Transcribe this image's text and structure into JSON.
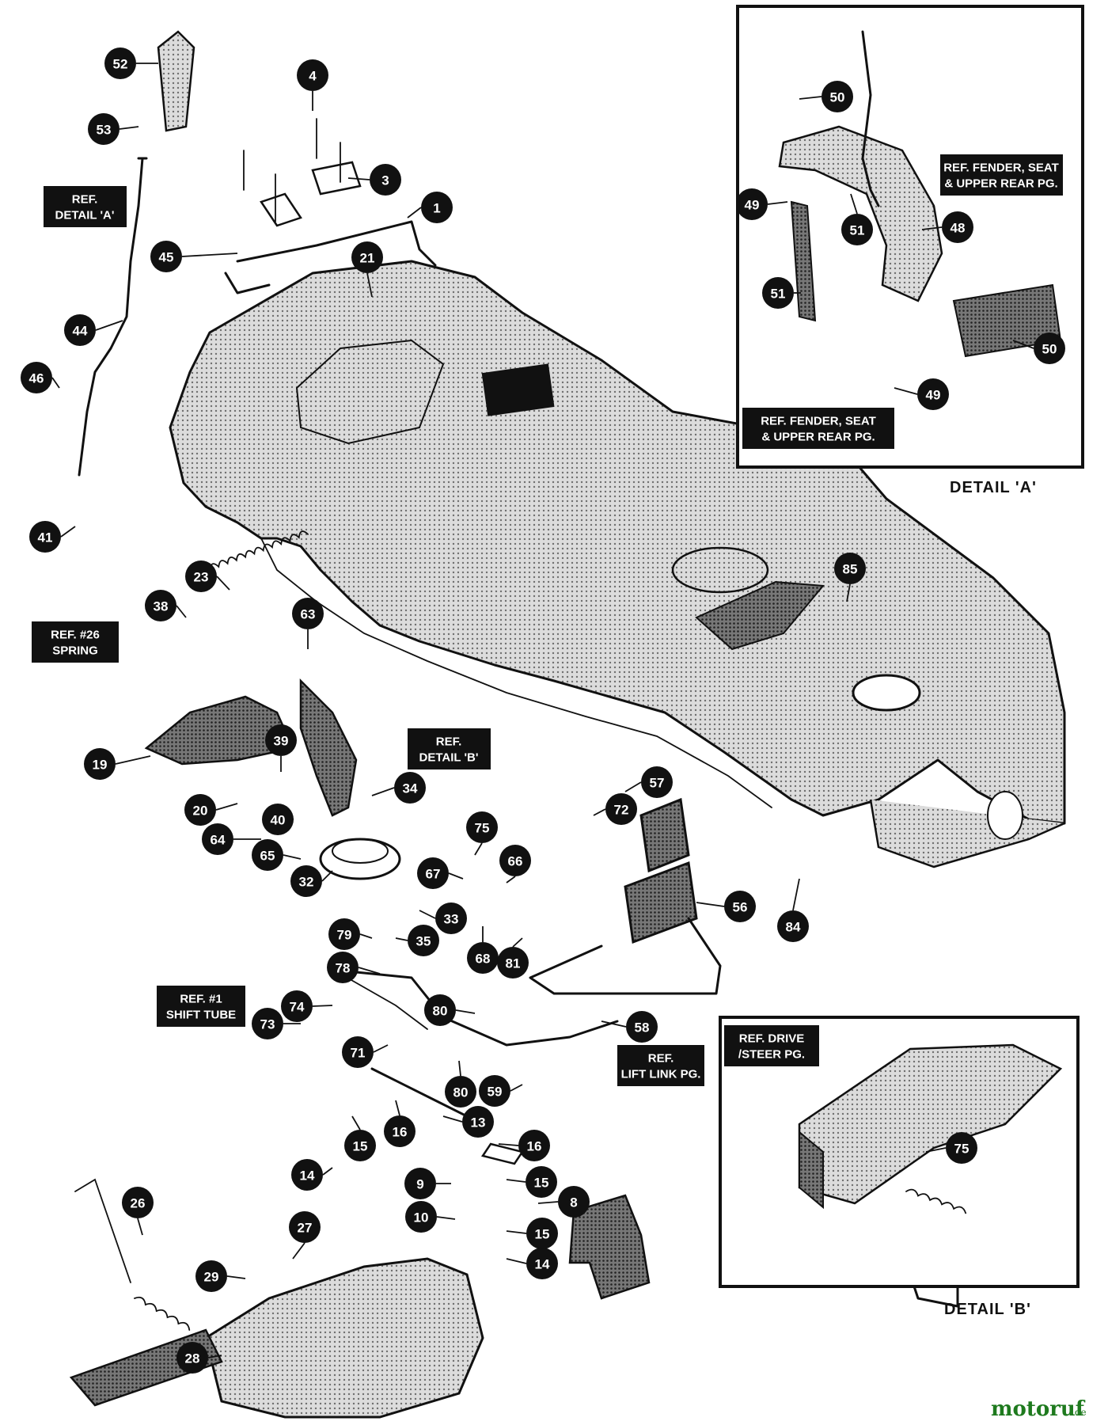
{
  "callouts": [
    {
      "id": "52",
      "label": "52"
    },
    {
      "id": "53",
      "label": "53"
    },
    {
      "id": "4",
      "label": "4"
    },
    {
      "id": "3",
      "label": "3"
    },
    {
      "id": "1",
      "label": "1"
    },
    {
      "id": "45",
      "label": "45"
    },
    {
      "id": "21",
      "label": "21"
    },
    {
      "id": "44",
      "label": "44"
    },
    {
      "id": "46",
      "label": "46"
    },
    {
      "id": "41",
      "label": "41"
    },
    {
      "id": "23",
      "label": "23"
    },
    {
      "id": "38",
      "label": "38"
    },
    {
      "id": "63",
      "label": "63"
    },
    {
      "id": "19",
      "label": "19"
    },
    {
      "id": "39",
      "label": "39"
    },
    {
      "id": "20",
      "label": "20"
    },
    {
      "id": "40",
      "label": "40"
    },
    {
      "id": "64",
      "label": "64"
    },
    {
      "id": "65",
      "label": "65"
    },
    {
      "id": "34",
      "label": "34"
    },
    {
      "id": "32",
      "label": "32"
    },
    {
      "id": "75a",
      "label": "75"
    },
    {
      "id": "66",
      "label": "66"
    },
    {
      "id": "67",
      "label": "67"
    },
    {
      "id": "33",
      "label": "33"
    },
    {
      "id": "35",
      "label": "35"
    },
    {
      "id": "68",
      "label": "68"
    },
    {
      "id": "81",
      "label": "81"
    },
    {
      "id": "72",
      "label": "72"
    },
    {
      "id": "57",
      "label": "57"
    },
    {
      "id": "56",
      "label": "56"
    },
    {
      "id": "85",
      "label": "85"
    },
    {
      "id": "84",
      "label": "84"
    },
    {
      "id": "79",
      "label": "79"
    },
    {
      "id": "78",
      "label": "78"
    },
    {
      "id": "74",
      "label": "74"
    },
    {
      "id": "73",
      "label": "73"
    },
    {
      "id": "71",
      "label": "71"
    },
    {
      "id": "80a",
      "label": "80"
    },
    {
      "id": "80b",
      "label": "80"
    },
    {
      "id": "58",
      "label": "58"
    },
    {
      "id": "59",
      "label": "59"
    },
    {
      "id": "13",
      "label": "13"
    },
    {
      "id": "16a",
      "label": "16"
    },
    {
      "id": "16b",
      "label": "16"
    },
    {
      "id": "15a",
      "label": "15"
    },
    {
      "id": "15b",
      "label": "15"
    },
    {
      "id": "15c",
      "label": "15"
    },
    {
      "id": "14a",
      "label": "14"
    },
    {
      "id": "14b",
      "label": "14"
    },
    {
      "id": "9",
      "label": "9"
    },
    {
      "id": "8",
      "label": "8"
    },
    {
      "id": "10",
      "label": "10"
    },
    {
      "id": "26",
      "label": "26"
    },
    {
      "id": "27",
      "label": "27"
    },
    {
      "id": "29",
      "label": "29"
    },
    {
      "id": "28",
      "label": "28"
    },
    {
      "id": "50a",
      "label": "50"
    },
    {
      "id": "50b",
      "label": "50"
    },
    {
      "id": "49a",
      "label": "49"
    },
    {
      "id": "49b",
      "label": "49"
    },
    {
      "id": "51a",
      "label": "51"
    },
    {
      "id": "51b",
      "label": "51"
    },
    {
      "id": "48",
      "label": "48"
    },
    {
      "id": "75b",
      "label": "75"
    }
  ],
  "ref_boxes": {
    "detail_a": {
      "line1": "REF.",
      "line2": "DETAIL 'A'"
    },
    "spring26": {
      "line1": "REF. #26",
      "line2": "SPRING"
    },
    "detail_b": {
      "line1": "REF.",
      "line2": "DETAIL 'B'"
    },
    "shift_tube": {
      "line1": "REF. #1",
      "line2": "SHIFT TUBE"
    },
    "lift_link": {
      "line1": "REF.",
      "line2": "LIFT LINK PG."
    },
    "fender_top": {
      "line1": "REF. FENDER, SEAT",
      "line2": "& UPPER REAR PG."
    },
    "fender_bottom": {
      "line1": "REF. FENDER, SEAT",
      "line2": "& UPPER REAR PG."
    },
    "drive_steer": {
      "line1": "REF. DRIVE",
      "line2": "/STEER PG."
    }
  },
  "captions": {
    "detail_a": "DETAIL 'A'",
    "detail_b": "DETAIL 'B'"
  },
  "watermark": {
    "brand": "motoruf",
    "suffix": ".de"
  }
}
